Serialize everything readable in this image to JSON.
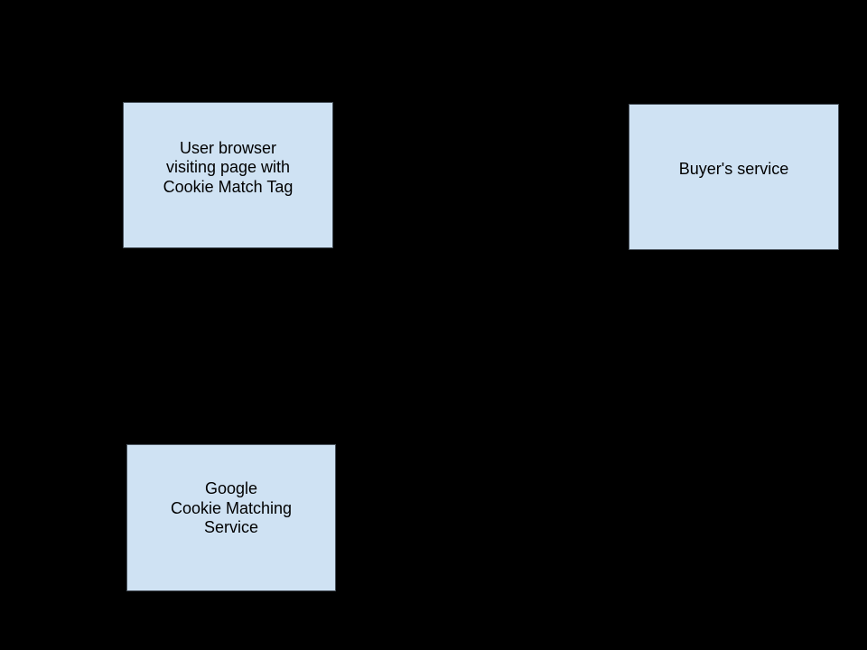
{
  "diagram": {
    "type": "flow-diagram",
    "background_color": "#000000",
    "node_fill_color": "#cfe2f3",
    "node_border_color": "#49525c",
    "node_text_color": "#000000",
    "nodes": [
      {
        "id": "user-browser",
        "label": "User browser\nvisiting page with\nCookie Match Tag"
      },
      {
        "id": "buyers-service",
        "label": "Buyer's service"
      },
      {
        "id": "google-cookie-matching-service",
        "label": "Google\nCookie Matching\nService"
      }
    ]
  }
}
